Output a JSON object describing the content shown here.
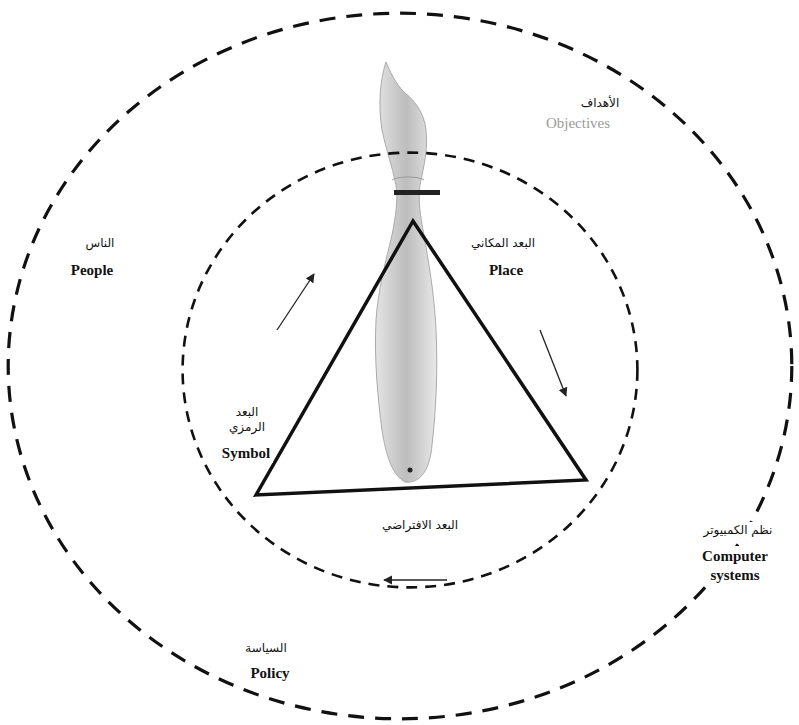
{
  "diagram": {
    "nodes": [
      {
        "text": [
          "الأهداف",
          "Objectives",
          "الناس",
          "People",
          "نظم الكمبيوتر",
          "Computer systems",
          "السياسة",
          "Policy"
        ]
      },
      {
        "text": [
          "البعد المكاني",
          "Place",
          "البعد الرمزي",
          "Symbol",
          "البعد الافتراضي"
        ],
        "in": 0
      }
    ]
  }
}
